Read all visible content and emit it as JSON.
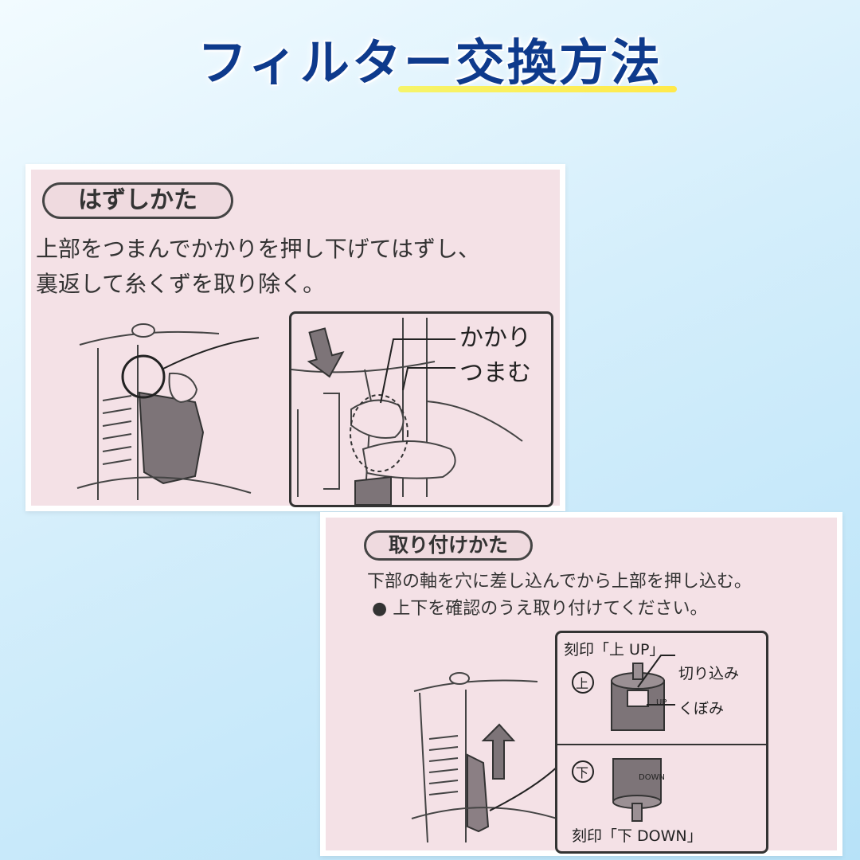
{
  "title": "フィルター交換方法",
  "remove": {
    "heading": "はずしかた",
    "line1": "上部をつまんでかかりを押し下げてはずし、",
    "line2": "裏返して糸くずを取り除く。",
    "label_kakari": "かかり",
    "label_tsumamu": "つまむ"
  },
  "install": {
    "heading": "取り付けかた",
    "line1": "下部の軸を穴に差し込んでから上部を押し込む。",
    "bullet": "● 上下を確認のうえ取り付けてください。",
    "stamp_up": "刻印「上 UP」",
    "marker_up": "上",
    "label_kirikomi": "切り込み",
    "label_kubomi": "くぼみ",
    "marker_down": "下",
    "stamp_down": "刻印「下 DOWN」",
    "part_up_mark": "UP",
    "part_down_mark": "DOWN"
  }
}
